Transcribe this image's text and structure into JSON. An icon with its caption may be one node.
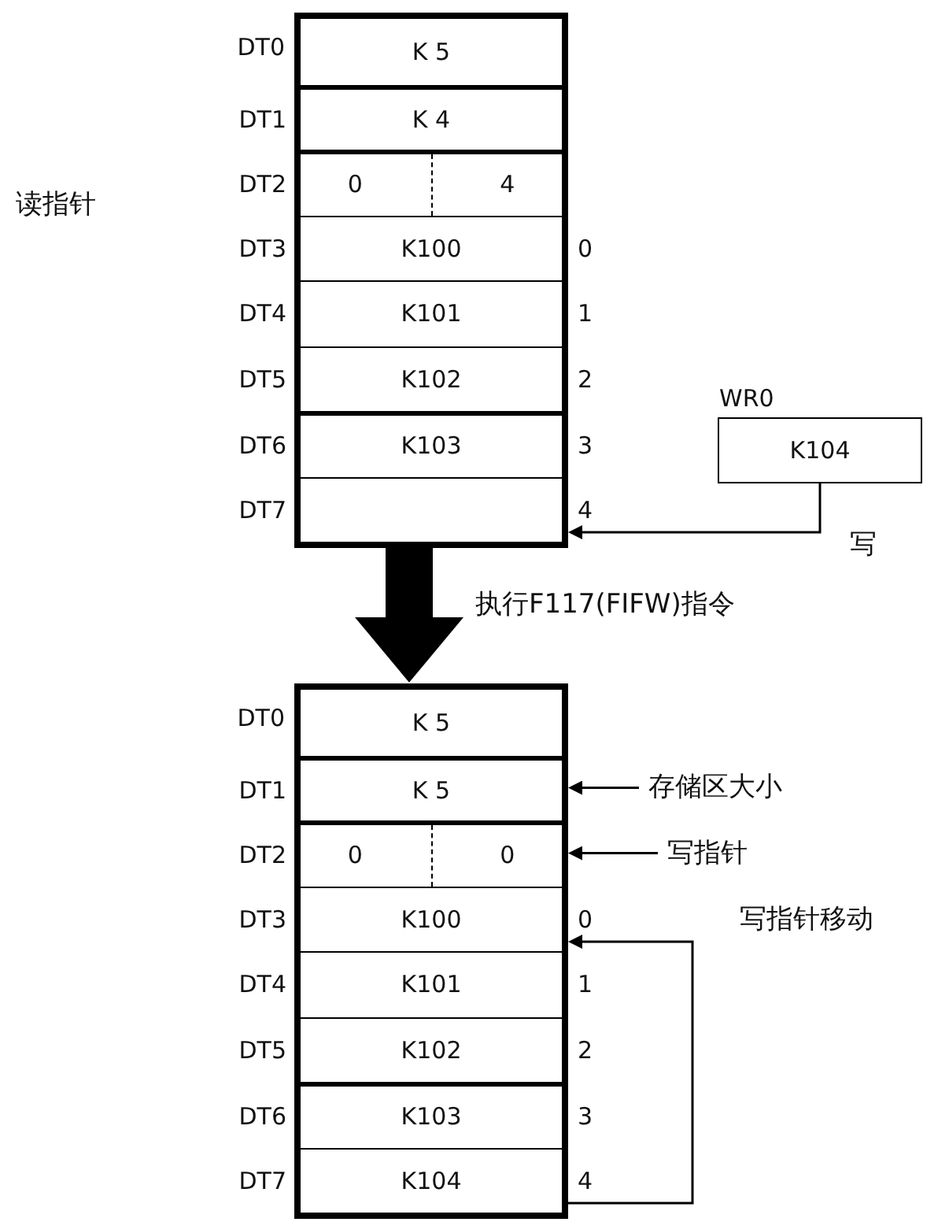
{
  "diagram": {
    "nodes": [
      {
        "text": [],
        "shape": "box"
      },
      {
        "text": [
          "K 5"
        ],
        "in": 0
      },
      {
        "text": [
          "K 4"
        ],
        "in": 0,
        "beside": [
          "DT1"
        ]
      },
      {
        "text": [
          "0",
          "4"
        ],
        "in": 0,
        "beside": [
          "DT2"
        ]
      },
      {
        "text": [
          "K100"
        ],
        "in": 0,
        "beside": [
          "DT3",
          "0"
        ]
      },
      {
        "text": [
          "K101"
        ],
        "in": 0,
        "beside": [
          "DT4",
          "1"
        ]
      },
      {
        "text": [
          "K102"
        ],
        "in": 0,
        "beside": [
          "DT5",
          "2"
        ]
      },
      {
        "text": [
          "K103"
        ],
        "in": 0,
        "beside": [
          "DT6",
          "3"
        ]
      },
      {
        "text": [],
        "shape": "box",
        "in": 0,
        "beside": [
          "DT7",
          "4"
        ]
      },
      {
        "text": [
          "WR0",
          "K104"
        ]
      },
      {
        "text": [],
        "shape": "box"
      },
      {
        "text": [
          "K 5"
        ],
        "in": 10
      },
      {
        "text": [
          "K 5"
        ],
        "in": 10,
        "beside": [
          "DT1"
        ]
      },
      {
        "text": [
          "0",
          "0"
        ],
        "in": 10,
        "beside": [
          "DT2"
        ]
      },
      {
        "text": [
          "K100"
        ],
        "in": 10,
        "beside": [
          "DT3",
          "0"
        ]
      },
      {
        "text": [
          "K101"
        ],
        "in": 10,
        "beside": [
          "DT4",
          "1"
        ]
      },
      {
        "text": [
          "K102"
        ],
        "in": 10,
        "beside": [
          "DT5",
          "2"
        ]
      },
      {
        "text": [
          "K103"
        ],
        "in": 10,
        "beside": [
          "DT6",
          "3"
        ]
      },
      {
        "text": [
          "K104"
        ],
        "in": 10,
        "beside": [
          "DT7",
          "4"
        ]
      },
      {
        "text": [
          "存储区大小"
        ]
      },
      {
        "text": [
          "写指针"
        ]
      }
    ],
    "edges": [
      {
        "from": 9,
        "to": 8,
        "arrow": "to",
        "label": "写"
      },
      {
        "from": 0,
        "to": 10,
        "arrow": "to",
        "style": "thick",
        "label": "执行F117(FIFW)指令"
      },
      {
        "from": 19,
        "to": 12,
        "arrow": "to"
      },
      {
        "from": 20,
        "to": 13,
        "arrow": "to"
      },
      {
        "from": 18,
        "to": 14,
        "arrow": "to",
        "label": "写指针移动"
      }
    ],
    "labels": [
      "DT0",
      "读指针",
      "DT0"
    ]
  }
}
